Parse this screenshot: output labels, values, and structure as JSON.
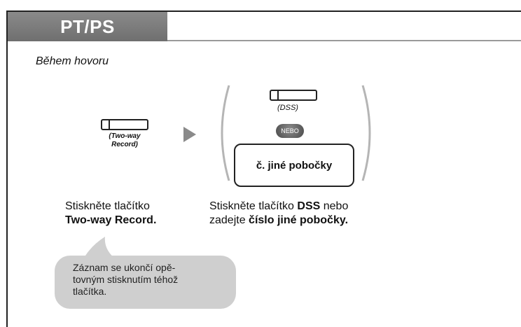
{
  "header": {
    "tab_label": "PT/PS"
  },
  "context": {
    "title": "Během hovoru"
  },
  "step1": {
    "key_caption_line1": "(Two-way",
    "key_caption_line2": "Record)",
    "text_line1": "Stiskněte tlačítko",
    "text_line2": "Two-way Record."
  },
  "step2": {
    "dss_caption": "(DSS)",
    "or_badge": "NEBO",
    "entry_label": "č. jiné pobočky",
    "text_pre": "Stiskněte tlačítko ",
    "text_bold1": "DSS",
    "text_mid": " nebo",
    "text_line2_pre": "zadejte ",
    "text_bold2": "číslo jiné pobočky."
  },
  "note": {
    "line1": "Záznam se ukončí opě-",
    "line2": "tovným stisknutím téhož",
    "line3": "tlačítka."
  }
}
